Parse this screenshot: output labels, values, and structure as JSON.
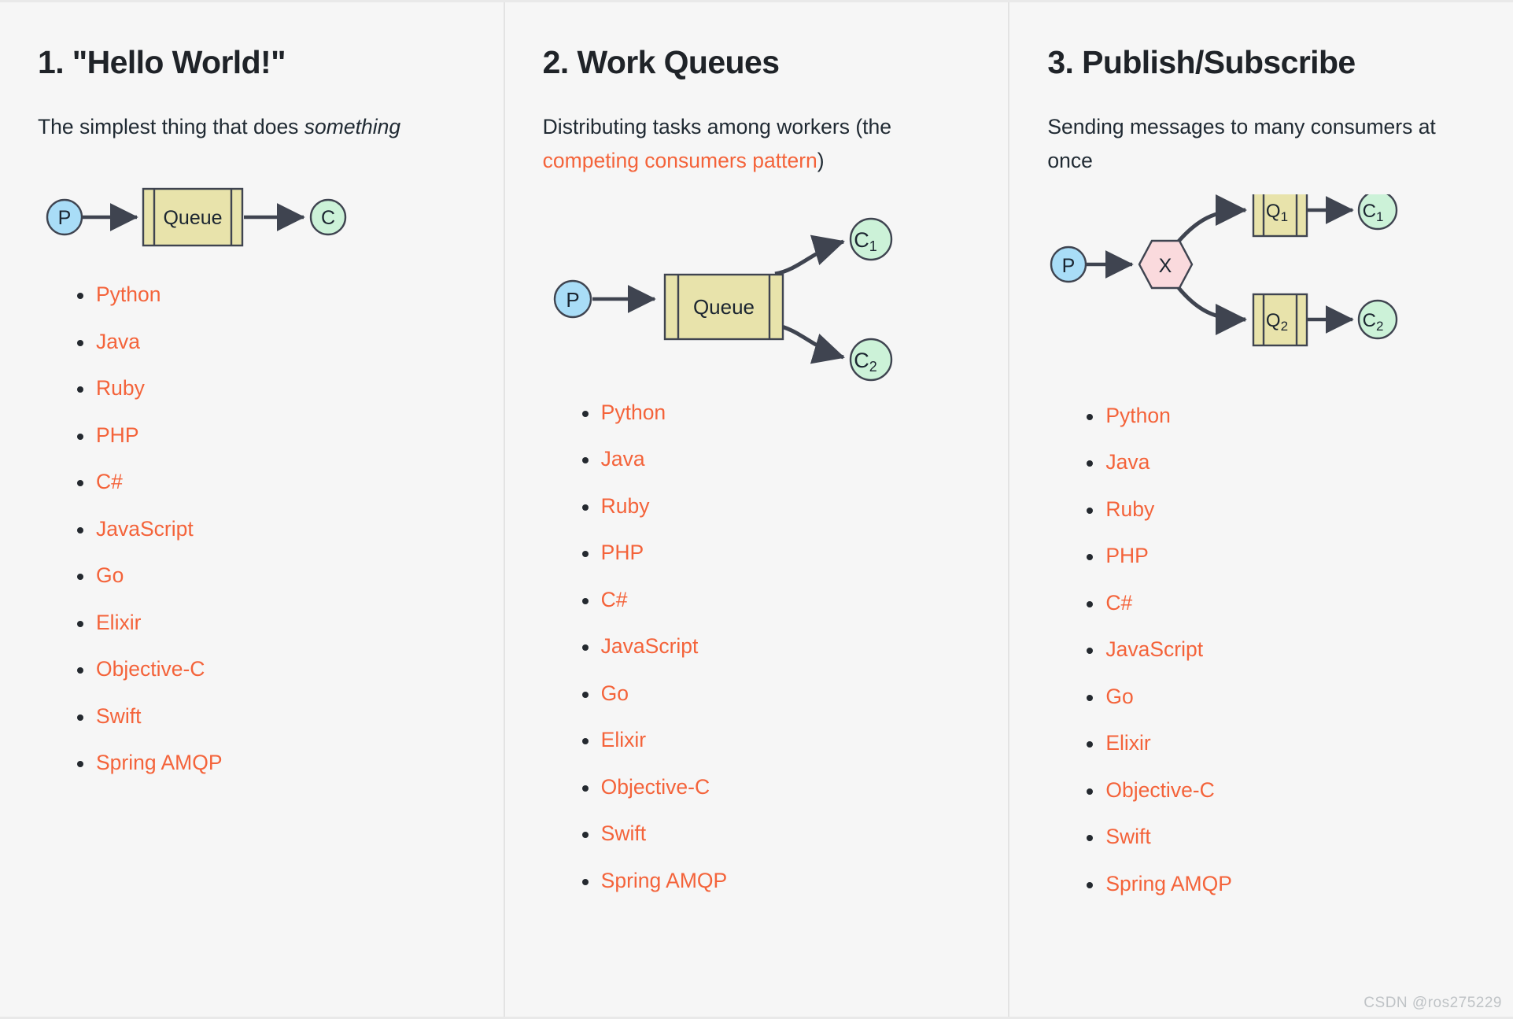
{
  "watermark": "CSDN @ros275229",
  "colors": {
    "link": "#f4633a",
    "text": "#202a33",
    "heading": "#1f2328",
    "page_bg": "#f6f6f6",
    "producer_fill": "#a9ddf7",
    "queue_fill": "#e8e3ab",
    "consumer_fill": "#ccf2d8",
    "exchange_fill": "#fadadd",
    "stroke": "#3f4450",
    "divider": "#e3e3e3"
  },
  "languages": [
    "Python",
    "Java",
    "Ruby",
    "PHP",
    "C#",
    "JavaScript",
    "Go",
    "Elixir",
    "Objective-C",
    "Swift",
    "Spring AMQP"
  ],
  "columns": [
    {
      "title": "1. \"Hello World!\"",
      "desc_pre": "The simplest thing that does ",
      "desc_em": "something",
      "desc_link": null,
      "desc_post": "",
      "diagram": {
        "type": "producer-queue-consumer",
        "nodes": [
          {
            "id": "P",
            "label": "P",
            "kind": "producer"
          },
          {
            "id": "Q",
            "label": "Queue",
            "kind": "queue"
          },
          {
            "id": "C",
            "label": "C",
            "kind": "consumer"
          }
        ],
        "edges": [
          [
            "P",
            "Q"
          ],
          [
            "Q",
            "C"
          ]
        ]
      }
    },
    {
      "title": "2. Work Queues",
      "desc_pre": "Distributing tasks among workers (the ",
      "desc_em": null,
      "desc_link": "competing consumers pattern",
      "desc_post": ")",
      "diagram": {
        "type": "producer-queue-two-consumers",
        "nodes": [
          {
            "id": "P",
            "label": "P",
            "kind": "producer"
          },
          {
            "id": "Q",
            "label": "Queue",
            "kind": "queue"
          },
          {
            "id": "C1",
            "label": "C",
            "sub": "1",
            "kind": "consumer"
          },
          {
            "id": "C2",
            "label": "C",
            "sub": "2",
            "kind": "consumer"
          }
        ],
        "edges": [
          [
            "P",
            "Q"
          ],
          [
            "Q",
            "C1"
          ],
          [
            "Q",
            "C2"
          ]
        ]
      }
    },
    {
      "title": "3. Publish/Subscribe",
      "desc_pre": "Sending messages to many consumers at once",
      "desc_em": null,
      "desc_link": null,
      "desc_post": "",
      "diagram": {
        "type": "producer-exchange-two-queues-two-consumers",
        "nodes": [
          {
            "id": "P",
            "label": "P",
            "kind": "producer"
          },
          {
            "id": "X",
            "label": "X",
            "kind": "exchange"
          },
          {
            "id": "Q1",
            "label": "Q",
            "sub": "1",
            "kind": "queue"
          },
          {
            "id": "Q2",
            "label": "Q",
            "sub": "2",
            "kind": "queue"
          },
          {
            "id": "C1",
            "label": "C",
            "sub": "1",
            "kind": "consumer"
          },
          {
            "id": "C2",
            "label": "C",
            "sub": "2",
            "kind": "consumer"
          }
        ],
        "edges": [
          [
            "P",
            "X"
          ],
          [
            "X",
            "Q1"
          ],
          [
            "X",
            "Q2"
          ],
          [
            "Q1",
            "C1"
          ],
          [
            "Q2",
            "C2"
          ]
        ]
      }
    }
  ]
}
